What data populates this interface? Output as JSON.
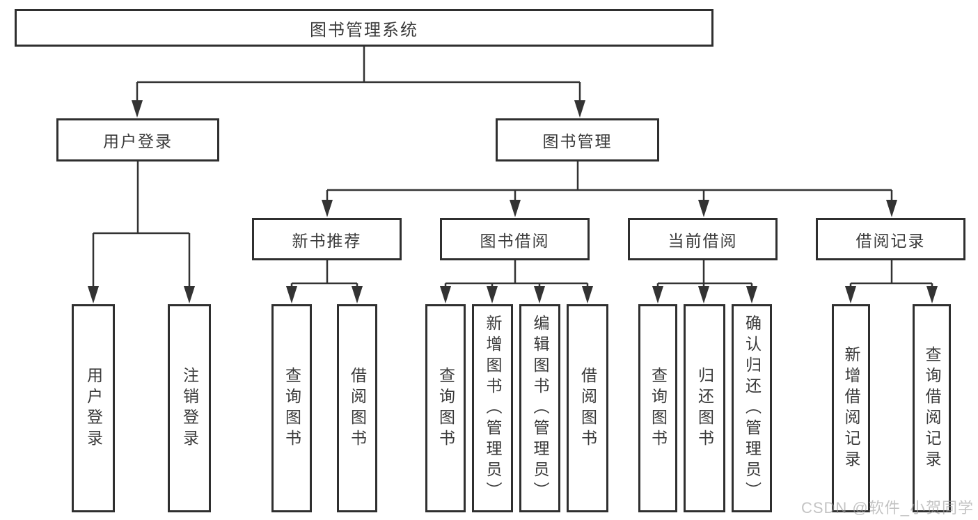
{
  "tree": {
    "root": {
      "label": "图书管理系统"
    },
    "branches": [
      {
        "label": "用户登录",
        "children": [
          {
            "label": "用户登录"
          },
          {
            "label": "注销登录"
          }
        ]
      },
      {
        "label": "图书管理",
        "children": [
          {
            "label": "新书推荐",
            "children": [
              {
                "label": "查询图书"
              },
              {
                "label": "借阅图书"
              }
            ]
          },
          {
            "label": "图书借阅",
            "children": [
              {
                "label": "查询图书"
              },
              {
                "label": "新增图书（管理员）"
              },
              {
                "label": "编辑图书（管理员）"
              },
              {
                "label": "借阅图书"
              }
            ]
          },
          {
            "label": "当前借阅",
            "children": [
              {
                "label": "查询图书"
              },
              {
                "label": "归还图书"
              },
              {
                "label": "确认归还（管理员）"
              }
            ]
          },
          {
            "label": "借阅记录",
            "children": [
              {
                "label": "新增借阅记录"
              },
              {
                "label": "查询借阅记录"
              }
            ]
          }
        ]
      }
    ]
  },
  "watermark": {
    "text": "CSDN @软件_小贺同学"
  },
  "colors": {
    "line": "#333333",
    "box_border": "#2f2f2f",
    "box_fill": "#ffffff",
    "text": "#3a3a3a",
    "watermark": "#9f9f9f"
  }
}
